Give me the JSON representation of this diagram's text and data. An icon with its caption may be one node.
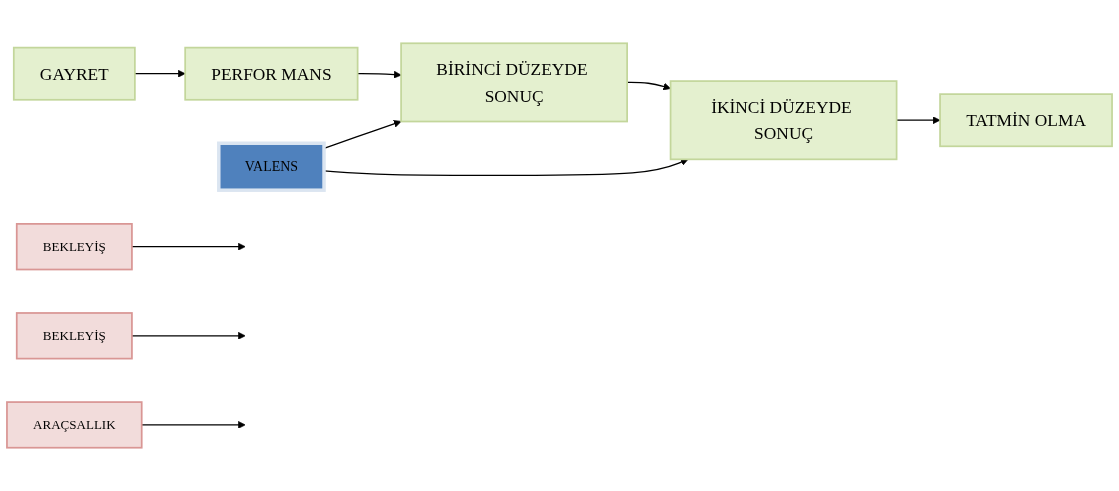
{
  "diagram": {
    "nodes": [
      {
        "text": [
          "GAYRET"
        ]
      },
      {
        "text": [
          "PERFOR MANS"
        ]
      },
      {
        "text": [
          "BİRİNCİ DÜZEYDE SONUÇ"
        ]
      },
      {
        "text": [
          "İKİNCİ DÜZEYDE SONUÇ"
        ]
      },
      {
        "text": [
          "TATMİN OLMA"
        ]
      },
      {
        "text": [
          "VALENS"
        ]
      },
      {
        "text": [
          "BEKLEYİŞ"
        ]
      },
      {
        "text": [
          "BEKLEYİŞ"
        ]
      },
      {
        "text": [
          "ARAÇSALLIK"
        ]
      }
    ],
    "edges": [
      {
        "from": 0,
        "to": 1,
        "arrow": "to"
      },
      {
        "from": 1,
        "to": 2,
        "arrow": "to"
      },
      {
        "from": 2,
        "to": 3,
        "arrow": "to"
      },
      {
        "from": 3,
        "to": 4,
        "arrow": "to"
      },
      {
        "from": 5,
        "to": 2,
        "arrow": "to"
      },
      {
        "from": 5,
        "to": 3,
        "arrow": "to"
      },
      {
        "from": 6,
        "to": null,
        "arrow": "to"
      },
      {
        "from": 7,
        "to": null,
        "arrow": "to"
      },
      {
        "from": 8,
        "to": null,
        "arrow": "to"
      }
    ]
  }
}
